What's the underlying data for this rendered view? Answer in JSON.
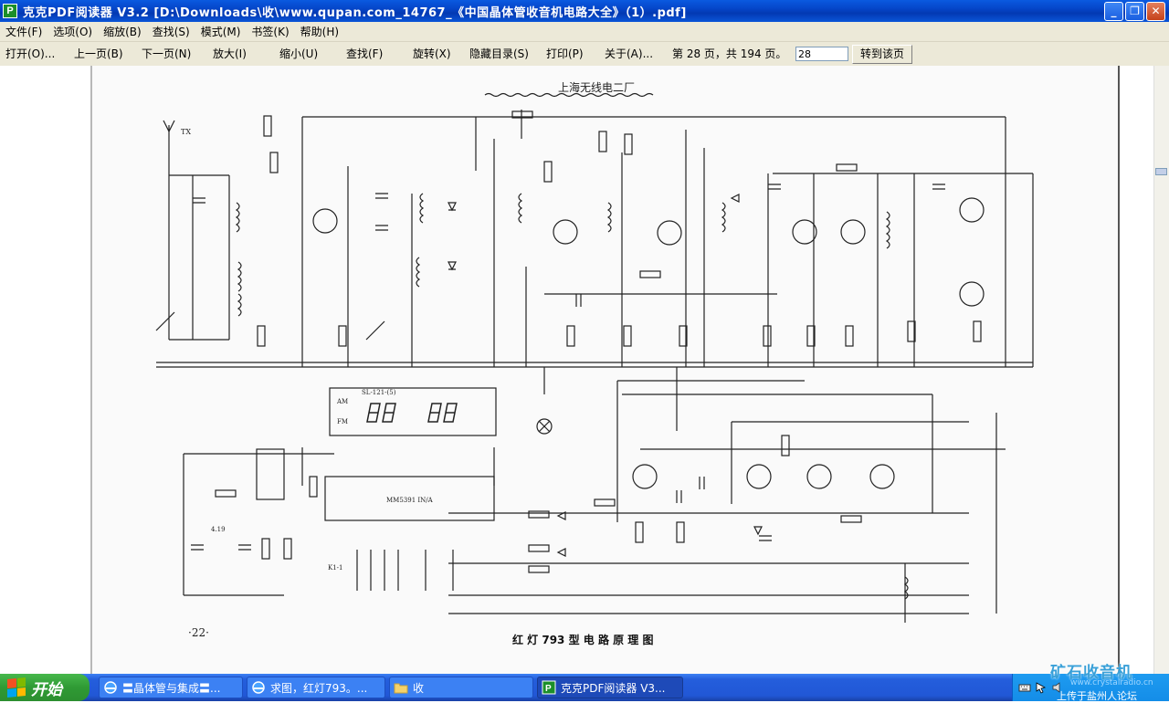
{
  "window": {
    "app_icon_letter": "P",
    "title": "克克PDF阅读器 V3.2    [D:\\Downloads\\收\\www.qupan.com_14767_《中国晶体管收音机电路大全》（1）.pdf]",
    "minimize_glyph": "_",
    "maximize_glyph": "❐",
    "close_glyph": "✕"
  },
  "menubar": {
    "items": [
      "文件(F)",
      "选项(O)",
      "缩放(B)",
      "查找(S)",
      "模式(M)",
      "书签(K)",
      "帮助(H)"
    ]
  },
  "toolbar": {
    "open": "打开(O)...",
    "prev": "上一页(B)",
    "next": "下一页(N)",
    "zoom_in": "放大(I)",
    "zoom_out": "缩小(U)",
    "find": "查找(F)",
    "rotate": "旋转(X)",
    "hide_toc": "隐藏目录(S)",
    "print": "打印(P)",
    "about": "关于(A)...",
    "page_info": "第 28 页，共 194 页。",
    "page_input_value": "28",
    "goto_label": "转到该页"
  },
  "document": {
    "header_text": "上海无线电二厂",
    "page_number": "·22·",
    "caption": "红 灯 793 型 电 路 原 理 图",
    "labels": {
      "antenna": "TX",
      "display_model": "SL-121-(5)",
      "am": "AM",
      "fm": "FM",
      "ic": "MM5391 IN/A",
      "crystal": "4.19",
      "keys": "K1-1"
    }
  },
  "taskbar": {
    "start_label": "开始",
    "items": [
      {
        "label": "〓晶体管与集成〓...",
        "icon": "ie-icon"
      },
      {
        "label": "求图，红灯793。...",
        "icon": "ie-icon"
      },
      {
        "label": "收",
        "icon": "folder-icon"
      },
      {
        "label": "克克PDF阅读器 V3...",
        "icon": "pdf-reader-icon"
      }
    ],
    "tray_status": "上传于盐州人论坛",
    "watermark": "矿石收音机",
    "watermark_sub": "www.crystalradio.cn"
  },
  "colors": {
    "titlebar": "#0545c8",
    "menubar": "#ece9d8",
    "taskbar": "#245edc",
    "start_button": "#2f9a34"
  }
}
